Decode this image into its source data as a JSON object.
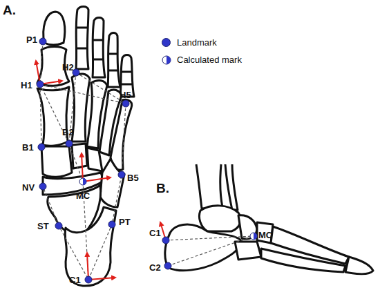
{
  "diagram": {
    "labels": [
      "A.",
      "P1",
      "H2",
      "H1",
      "H5",
      "B2",
      "B1",
      "NV",
      "MC",
      "B5",
      "ST",
      "PT",
      "C1",
      "B.",
      "C1",
      "C2",
      "MC"
    ],
    "legend": [
      {
        "text": "Landmark",
        "color": "#2f36c9"
      },
      {
        "text": "Calculated mark"
      }
    ]
  }
}
